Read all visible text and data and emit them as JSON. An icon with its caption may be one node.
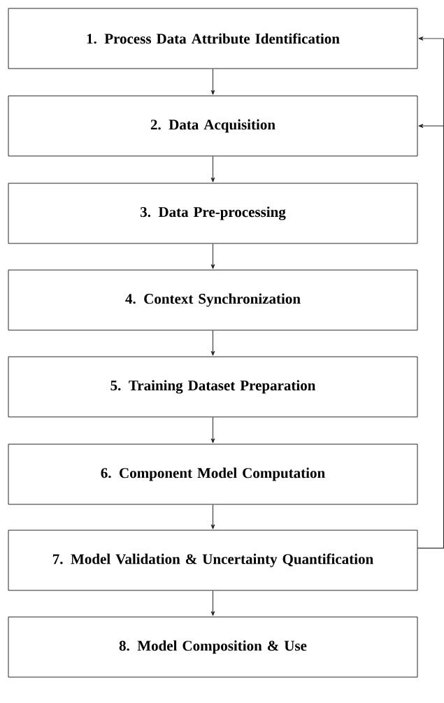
{
  "diagram": {
    "nodes": [
      {
        "text": [
          "1. Process Data Attribute Identification"
        ]
      },
      {
        "text": [
          "2. Data Acquisition"
        ]
      },
      {
        "text": [
          "3. Data Pre-processing"
        ]
      },
      {
        "text": [
          "4. Context Synchronization"
        ]
      },
      {
        "text": [
          "5. Training Dataset Preparation"
        ]
      },
      {
        "text": [
          "6. Component Model Computation"
        ]
      },
      {
        "text": [
          "7. Model Validation & Uncertainty Quantification"
        ]
      },
      {
        "text": [
          "8. Model Composition & Use"
        ]
      }
    ],
    "edges": [
      {
        "from": 0,
        "to": 1,
        "arrow": "to"
      },
      {
        "from": 1,
        "to": 2,
        "arrow": "to"
      },
      {
        "from": 2,
        "to": 3,
        "arrow": "to"
      },
      {
        "from": 3,
        "to": 4,
        "arrow": "to"
      },
      {
        "from": 4,
        "to": 5,
        "arrow": "to"
      },
      {
        "from": 5,
        "to": 6,
        "arrow": "to"
      },
      {
        "from": 6,
        "to": 7,
        "arrow": "to"
      },
      {
        "from": 6,
        "to": 0,
        "arrow": "to"
      },
      {
        "from": 6,
        "to": 1,
        "arrow": "to"
      }
    ]
  }
}
